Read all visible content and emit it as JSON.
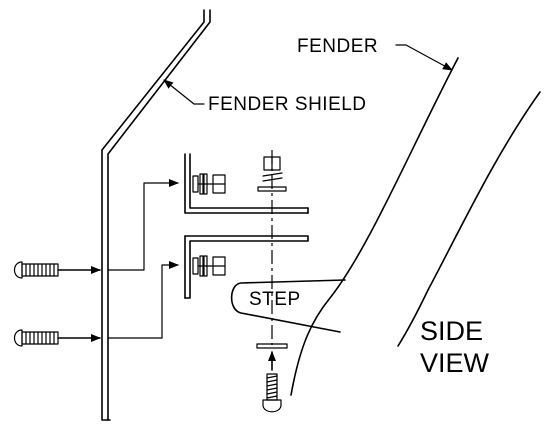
{
  "labels": {
    "fender": "FENDER",
    "fender_shield": "FENDER SHIELD",
    "step": "STEP",
    "view_line1": "SIDE",
    "view_line2": "VIEW"
  },
  "colors": {
    "line": "#000000",
    "background": "#ffffff"
  }
}
